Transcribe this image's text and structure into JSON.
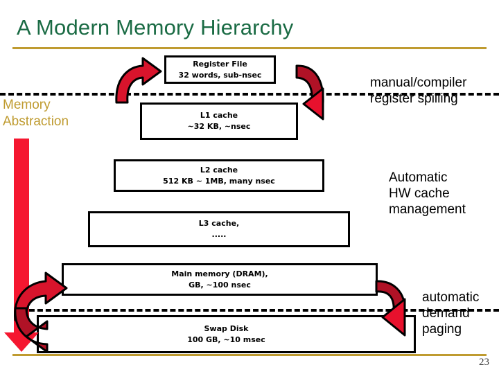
{
  "slide": {
    "title": "A Modern Memory Hierarchy",
    "page_number": "23",
    "accent_gold": "#bf9b30",
    "title_green": "#1a6b44",
    "arrow_red": "#e8112d",
    "arrow_dark_red": "#b01226"
  },
  "left_label": {
    "line1": "Memory",
    "line2": "Abstraction"
  },
  "levels": [
    {
      "name": "register-file",
      "line1": "Register File",
      "line2": "32 words, sub-nsec"
    },
    {
      "name": "l1-cache",
      "line1": "L1 cache",
      "line2": "~32 KB, ~nsec"
    },
    {
      "name": "l2-cache",
      "line1": "L2 cache",
      "line2": "512 KB ~ 1MB, many nsec"
    },
    {
      "name": "l3-cache",
      "line1": "L3 cache,",
      "line2": "....."
    },
    {
      "name": "main-memory",
      "line1": "Main memory (DRAM),",
      "line2": "GB, ~100 nsec"
    },
    {
      "name": "swap-disk",
      "line1": "Swap Disk",
      "line2": "100 GB, ~10 msec"
    }
  ],
  "annotations": {
    "manual_compiler": {
      "line1": "manual/compiler",
      "line2": "register spilling"
    },
    "hw_cache": {
      "line1": "Automatic",
      "line2": "HW cache",
      "line3": "management"
    },
    "demand_paging": {
      "line1": "automatic",
      "line2": "demand",
      "line3": "paging"
    }
  },
  "icons": {
    "down_arrow": "red-down-arrow-icon",
    "curved_left": "curved-arrow-left-icon",
    "curved_right": "curved-arrow-right-icon"
  }
}
